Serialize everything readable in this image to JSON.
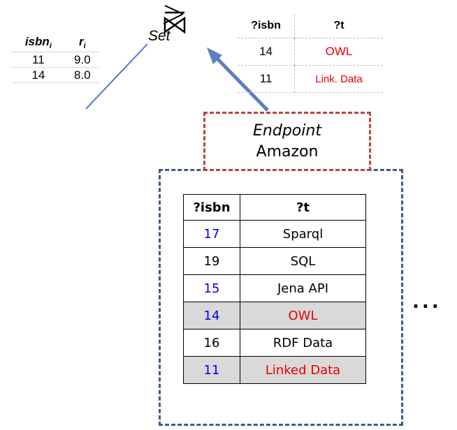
{
  "score_table": {
    "headers": [
      "isbn",
      "r"
    ],
    "header_subscripts": [
      "i",
      "i"
    ],
    "rows": [
      [
        "11",
        "9.0"
      ],
      [
        "14",
        "8.0"
      ]
    ]
  },
  "set_operator": {
    "label": "Set",
    "icon": "bowtie-operator-icon"
  },
  "result_table": {
    "headers": [
      "?isbn",
      "?t"
    ],
    "rows": [
      {
        "isbn": "14",
        "t": "OWL"
      },
      {
        "isbn": "11",
        "t": "Link. Data"
      }
    ]
  },
  "endpoint": {
    "label_line1": "Endpoint",
    "label_line2": "Amazon"
  },
  "data_table": {
    "headers": [
      "?isbn",
      "?t"
    ],
    "rows": [
      {
        "isbn": "17",
        "t": "Sparql",
        "isbn_color": "#0000e6",
        "t_color": "#000000",
        "highlighted": false
      },
      {
        "isbn": "19",
        "t": "SQL",
        "isbn_color": "#000000",
        "t_color": "#000000",
        "highlighted": false
      },
      {
        "isbn": "15",
        "t": "Jena API",
        "isbn_color": "#0000e6",
        "t_color": "#000000",
        "highlighted": false
      },
      {
        "isbn": "14",
        "t": "OWL",
        "isbn_color": "#0000e6",
        "t_color": "#e60000",
        "highlighted": true
      },
      {
        "isbn": "16",
        "t": "RDF Data",
        "isbn_color": "#000000",
        "t_color": "#000000",
        "highlighted": false
      },
      {
        "isbn": "11",
        "t": "Linked Data",
        "isbn_color": "#0000e6",
        "t_color": "#e60000",
        "highlighted": true
      }
    ]
  },
  "more_indicator": "...",
  "colors": {
    "endpoint_border": "#b74448",
    "container_border": "#3e5b86",
    "arrow": "#5b7fbf",
    "highlight_row": "#d9d9d9",
    "red_text": "#e60000",
    "blue_text": "#0000e6"
  }
}
